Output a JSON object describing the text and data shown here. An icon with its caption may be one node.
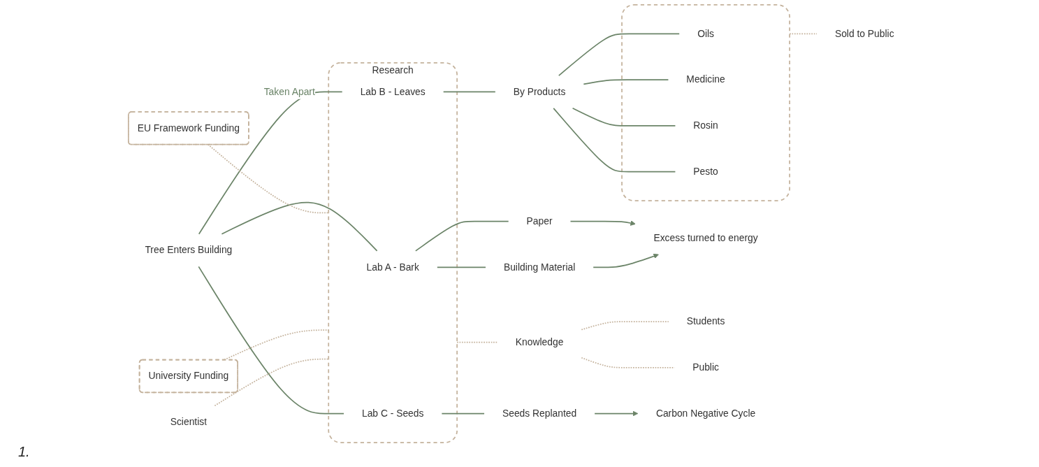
{
  "diagram": {
    "nodes": [
      {
        "text": [
          "EU Framework Funding"
        ]
      },
      {
        "text": [
          "University Funding"
        ]
      },
      {
        "text": [
          "Scientist"
        ]
      },
      {
        "text": [
          "Research"
        ]
      },
      {
        "text": [
          "Lab A - Bark"
        ],
        "in": 3
      },
      {
        "text": [
          "Lab B - Leaves"
        ],
        "in": 3
      },
      {
        "text": [
          "Lab C - Seeds"
        ],
        "in": 3
      },
      {
        "text": [
          "Tree Enters Building"
        ]
      },
      {
        "text": [
          "Paper"
        ]
      },
      {
        "text": [
          "Building Material"
        ]
      },
      {
        "text": [
          "Excess turned to energy"
        ]
      },
      {
        "text": [
          "By Products"
        ]
      },
      {
        "text": [],
        "shape": "box"
      },
      {
        "text": [
          "Oils"
        ],
        "in": 12
      },
      {
        "text": [
          "Medicine"
        ],
        "in": 12
      },
      {
        "text": [
          "Rosin"
        ],
        "in": 12
      },
      {
        "text": [
          "Pesto"
        ],
        "in": 12
      },
      {
        "text": [
          "Sold to Public"
        ]
      },
      {
        "text": [
          "Knowledge"
        ]
      },
      {
        "text": [
          "Students"
        ]
      },
      {
        "text": [
          "Public"
        ]
      },
      {
        "text": [
          "Seeds Replanted"
        ]
      },
      {
        "text": [
          "Carbon Negative Cycle"
        ]
      }
    ],
    "edges": [
      {
        "from": 0,
        "to": 3,
        "arrow": "none",
        "style": "dashed",
        "color": "#c4b29c"
      },
      {
        "from": 1,
        "to": 3,
        "arrow": "none",
        "style": "dashed",
        "color": "#c4b29c"
      },
      {
        "from": 2,
        "to": 3,
        "arrow": "none",
        "style": "dashed",
        "color": "#c4b29c"
      },
      {
        "from": 7,
        "to": 4,
        "arrow": "none"
      },
      {
        "from": 7,
        "to": 5,
        "arrow": "none",
        "label": "Taken Apart"
      },
      {
        "from": 7,
        "to": 6,
        "arrow": "none"
      },
      {
        "from": 4,
        "to": 8,
        "arrow": "none"
      },
      {
        "from": 4,
        "to": 9,
        "arrow": "none"
      },
      {
        "from": 8,
        "to": 10,
        "arrow": "to"
      },
      {
        "from": 9,
        "to": 10,
        "arrow": "to"
      },
      {
        "from": 5,
        "to": 11,
        "arrow": "none"
      },
      {
        "from": 11,
        "to": 13,
        "arrow": "none"
      },
      {
        "from": 11,
        "to": 14,
        "arrow": "none"
      },
      {
        "from": 11,
        "to": 15,
        "arrow": "none"
      },
      {
        "from": 11,
        "to": 16,
        "arrow": "none"
      },
      {
        "from": 12,
        "to": 17,
        "arrow": "none",
        "style": "dashed",
        "color": "#c4b29c"
      },
      {
        "from": 6,
        "to": 21,
        "arrow": "none"
      },
      {
        "from": 21,
        "to": 22,
        "arrow": "to"
      },
      {
        "from": 3,
        "to": 18,
        "arrow": "none",
        "style": "dashed",
        "color": "#c4b29c"
      },
      {
        "from": 18,
        "to": 19,
        "arrow": "none",
        "style": "dashed",
        "color": "#c4b29c"
      },
      {
        "from": 18,
        "to": 20,
        "arrow": "none",
        "style": "dashed",
        "color": "#c4b29c"
      }
    ],
    "labels": [
      "1."
    ]
  }
}
